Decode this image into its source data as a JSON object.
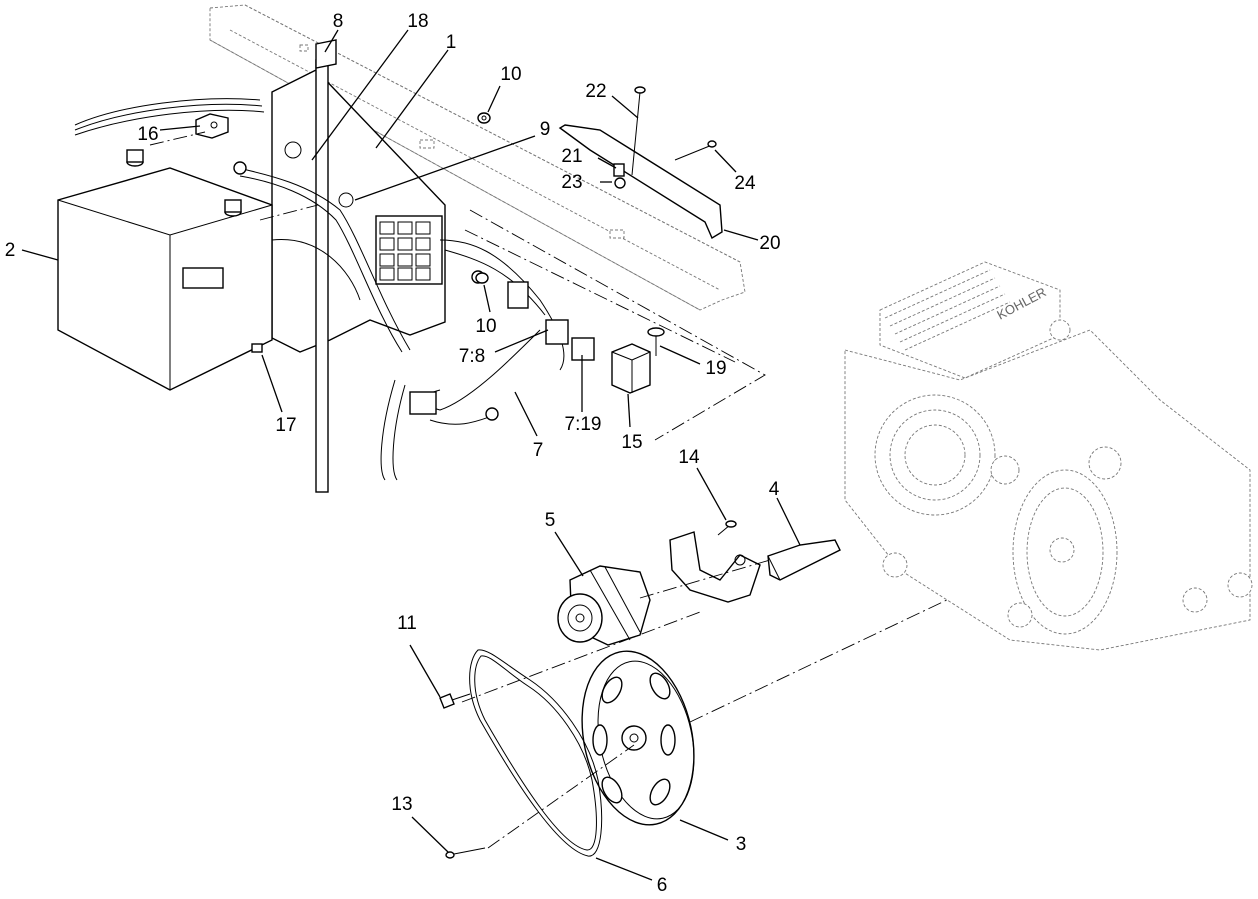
{
  "callouts": [
    {
      "id": "c8",
      "label": "8"
    },
    {
      "id": "c18",
      "label": "18"
    },
    {
      "id": "c1",
      "label": "1"
    },
    {
      "id": "c10a",
      "label": "10"
    },
    {
      "id": "c9",
      "label": "9"
    },
    {
      "id": "c16",
      "label": "16"
    },
    {
      "id": "c2",
      "label": "2"
    },
    {
      "id": "c22",
      "label": "22"
    },
    {
      "id": "c21",
      "label": "21"
    },
    {
      "id": "c23",
      "label": "23"
    },
    {
      "id": "c24",
      "label": "24"
    },
    {
      "id": "c20",
      "label": "20"
    },
    {
      "id": "c10b",
      "label": "10"
    },
    {
      "id": "c7_8",
      "label": "7:8"
    },
    {
      "id": "c19",
      "label": "19"
    },
    {
      "id": "c17",
      "label": "17"
    },
    {
      "id": "c7",
      "label": "7"
    },
    {
      "id": "c7_19",
      "label": "7:19"
    },
    {
      "id": "c15",
      "label": "15"
    },
    {
      "id": "c14",
      "label": "14"
    },
    {
      "id": "c4",
      "label": "4"
    },
    {
      "id": "c5",
      "label": "5"
    },
    {
      "id": "c11",
      "label": "11"
    },
    {
      "id": "c13",
      "label": "13"
    },
    {
      "id": "c3",
      "label": "3"
    },
    {
      "id": "c6",
      "label": "6"
    }
  ],
  "engine_brand": "KOHLER"
}
